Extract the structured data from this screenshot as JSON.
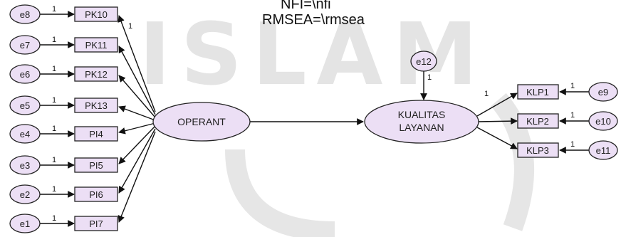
{
  "header": {
    "line1": "NFI=\\nfi",
    "line2": "RMSEA=\\rmsea"
  },
  "watermark": "ISLAM",
  "constructs": {
    "exogenous": "OPERANT",
    "endogenous_line1": "KUALITAS",
    "endogenous_line2": "LAYANAN",
    "disturbance": "e12"
  },
  "indicators_left": [
    {
      "name": "PK10",
      "error": "e8"
    },
    {
      "name": "PK11",
      "error": "e7"
    },
    {
      "name": "PK12",
      "error": "e6"
    },
    {
      "name": "PK13",
      "error": "e5"
    },
    {
      "name": "PI4",
      "error": "e4"
    },
    {
      "name": "PI5",
      "error": "e3"
    },
    {
      "name": "PI6",
      "error": "e2"
    },
    {
      "name": "PI7",
      "error": "e1"
    }
  ],
  "indicators_right": [
    {
      "name": "KLP1",
      "error": "e9"
    },
    {
      "name": "KLP2",
      "error": "e10"
    },
    {
      "name": "KLP3",
      "error": "e11"
    }
  ],
  "fixed_weight": "1",
  "colors": {
    "node_fill": "#ecdff5",
    "stroke": "#222222",
    "watermark": "#e4e4e4"
  }
}
